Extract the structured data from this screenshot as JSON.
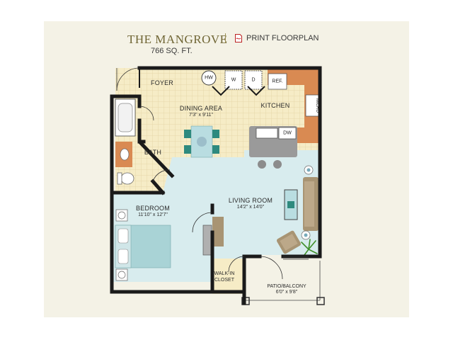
{
  "header": {
    "title": "THE MANGROVE",
    "sqft": "766 SQ. FT.",
    "print_label": "PRINT FLOORPLAN",
    "print_icon": "pdf-icon"
  },
  "rooms": {
    "foyer": {
      "name": "FOYER"
    },
    "dining": {
      "name": "DINING AREA",
      "dims": "7'3\" x 9'11\""
    },
    "kitchen": {
      "name": "KITCHEN"
    },
    "bath": {
      "name": "BATH"
    },
    "bedroom": {
      "name": "BEDROOM",
      "dims": "11'10\" x 12'7\""
    },
    "living": {
      "name": "LIVING ROOM",
      "dims": "14'2\" x 14'0\""
    },
    "closet": {
      "name": "WALK-IN CLOSET"
    },
    "patio": {
      "name": "PATIO/BALCONY",
      "dims": "6'0\" x 9'8\""
    }
  },
  "fixtures": {
    "hw": "HW",
    "washer": "W",
    "dryer": "D",
    "ref": "REF.",
    "dw": "DW",
    "micro": "MICRO"
  },
  "colors": {
    "wall": "#1a1a1a",
    "tile": "#f6ecc6",
    "tile_grid": "#e2d3a2",
    "carpet": "#d8ecee",
    "cabinet": "#d98a52",
    "counter": "#9a9a9a",
    "sofa": "#a89473",
    "bed": "#a9d3d6",
    "plant": "#3f8f2a"
  }
}
